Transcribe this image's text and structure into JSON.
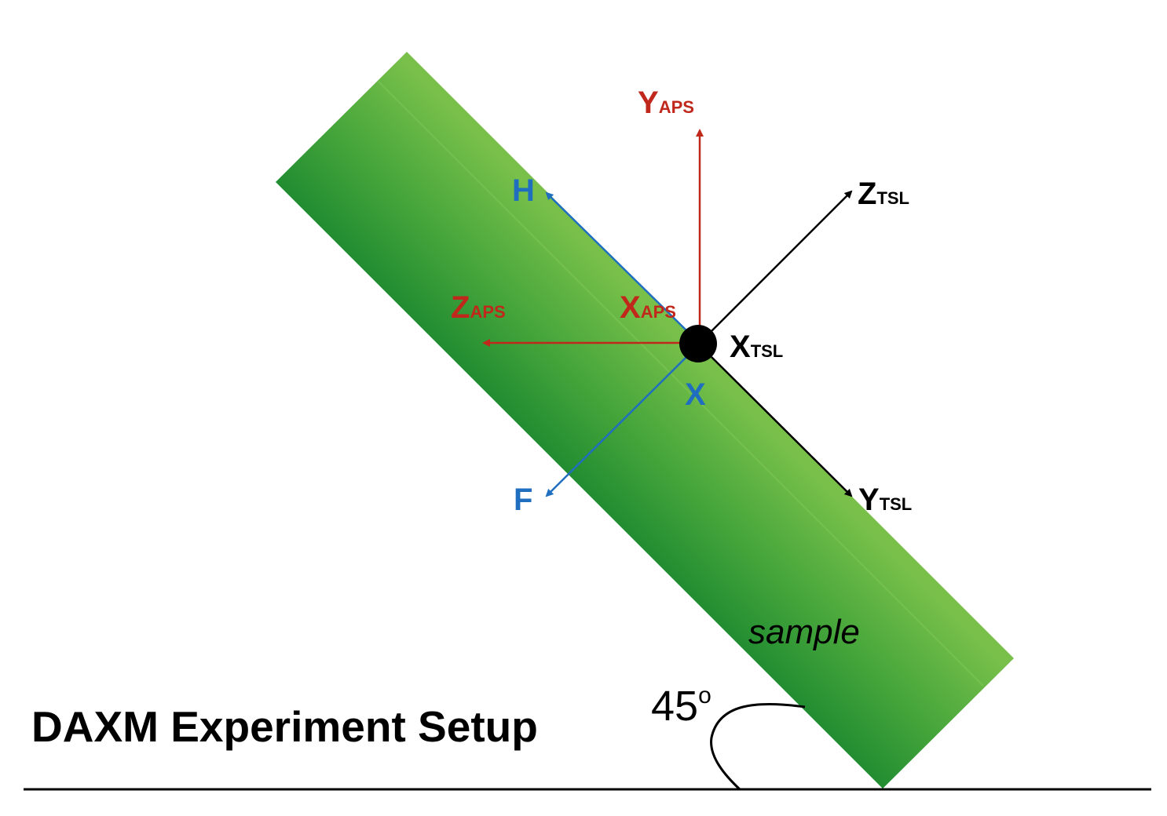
{
  "title": "DAXM Experiment Setup",
  "sample_label": "sample",
  "angle": {
    "value": "45",
    "unit": "o"
  },
  "colors": {
    "aps": "#c0281c",
    "tsl": "#000000",
    "hfx": "#1f6ec0",
    "sample_light": "#78c04a",
    "sample_dark": "#17862e"
  },
  "frames": {
    "aps": {
      "x": {
        "main": "X",
        "sub": "APS"
      },
      "y": {
        "main": "Y",
        "sub": "APS"
      },
      "z": {
        "main": "Z",
        "sub": "APS"
      }
    },
    "tsl": {
      "x": {
        "main": "X",
        "sub": "TSL"
      },
      "y": {
        "main": "Y",
        "sub": "TSL"
      },
      "z": {
        "main": "Z",
        "sub": "TSL"
      }
    },
    "beam": {
      "h": "H",
      "f": "F",
      "x": "X"
    }
  }
}
